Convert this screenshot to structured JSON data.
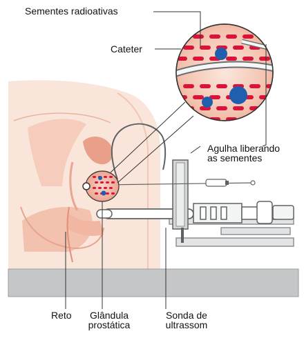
{
  "labels": {
    "seeds": "Sementes radioativas",
    "catheter": "Cateter",
    "needle_1": "Agulha liberando",
    "needle_2": "as sementes",
    "rectum": "Reto",
    "prostate_1": "Glândula",
    "prostate_2": "prostática",
    "probe_1": "Sonda de",
    "probe_2": "ultrassom"
  },
  "colors": {
    "tissue": "#f8d9cb",
    "tissue_dark": "#e9a58f",
    "seed": "#d8143a",
    "tumor": "#1f5fae",
    "device_gray": "#b9bcbe",
    "table_gray": "#c4c6c7"
  }
}
